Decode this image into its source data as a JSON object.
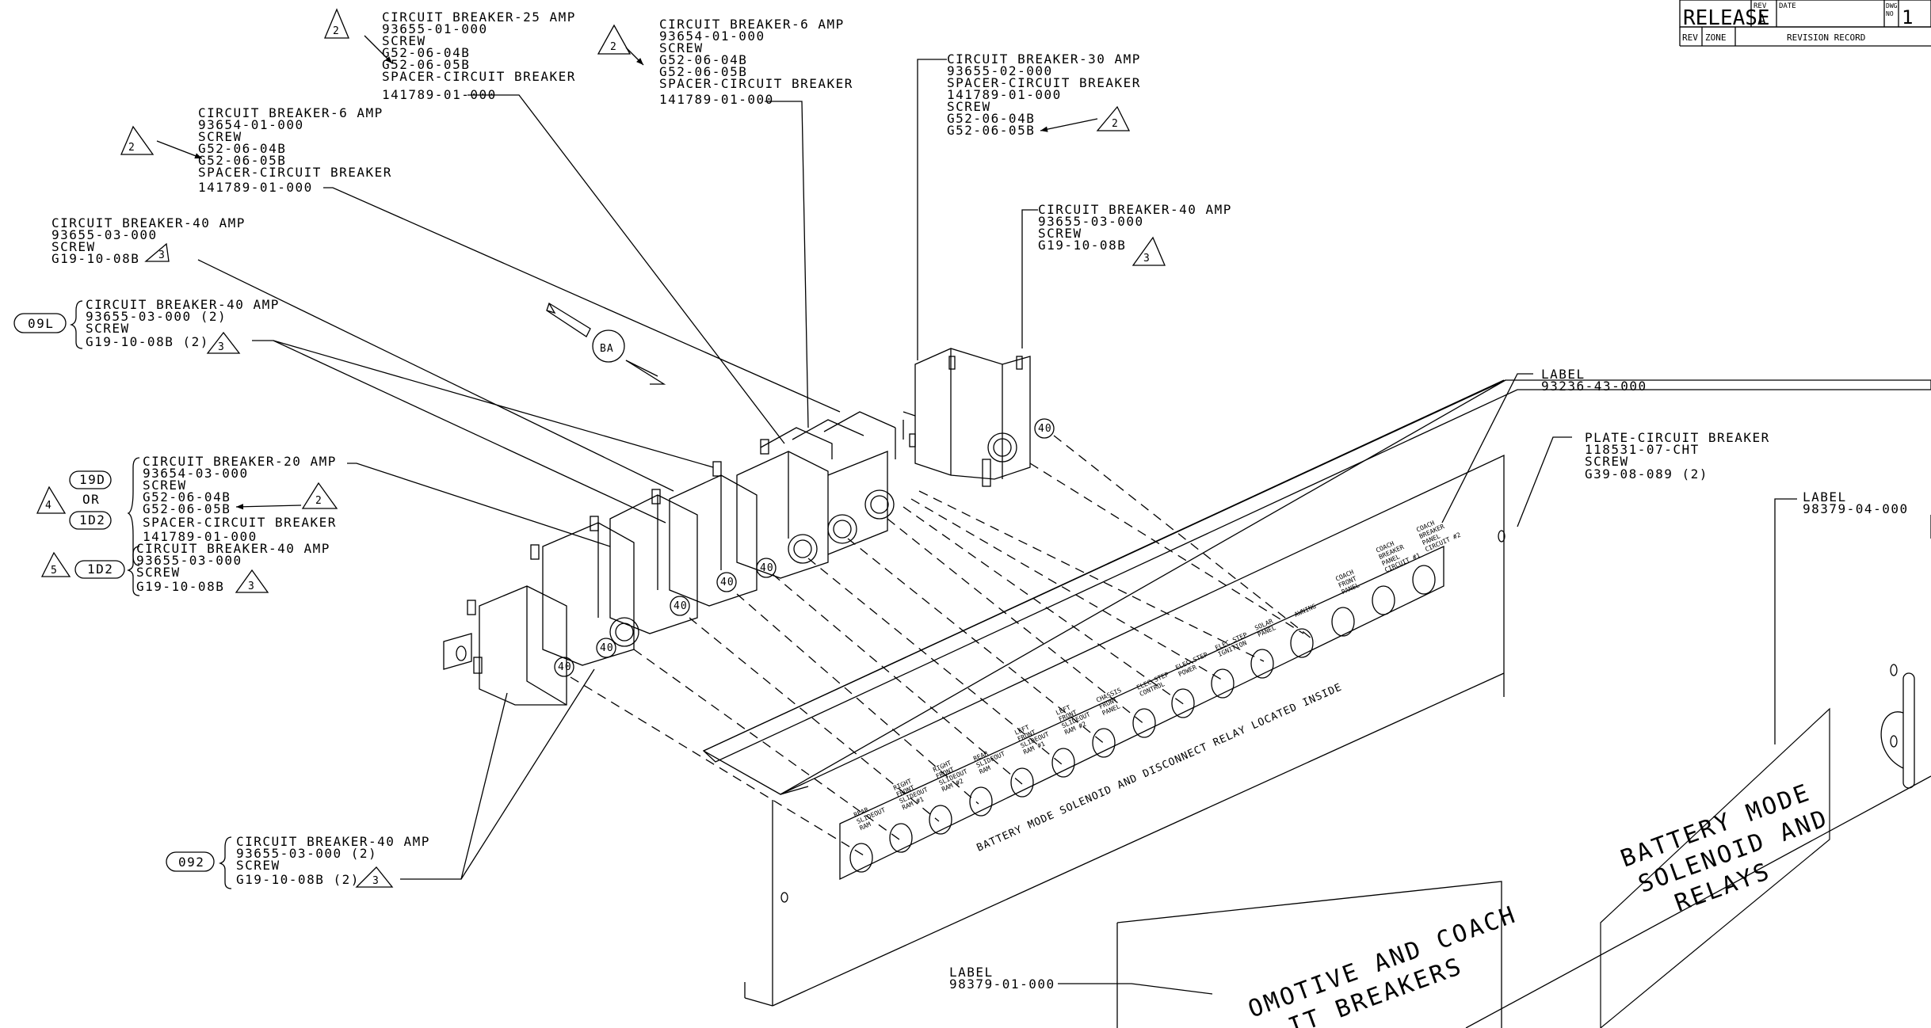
{
  "callouts": {
    "cb25": {
      "lines": [
        "CIRCUIT BREAKER-25 AMP",
        "93655-01-000",
        "SCREW",
        "G52-06-04B",
        "G52-06-05B",
        "SPACER-CIRCUIT BREAKER",
        "141789-01-000"
      ],
      "flag": "2"
    },
    "cb6a": {
      "lines": [
        "CIRCUIT BREAKER-6 AMP",
        "93654-01-000",
        "SCREW",
        "G52-06-04B",
        "G52-06-05B",
        "SPACER-CIRCUIT BREAKER",
        "141789-01-000"
      ],
      "flag": "2"
    },
    "cb30": {
      "lines": [
        "CIRCUIT BREAKER-30 AMP",
        "93655-02-000",
        "SPACER-CIRCUIT BREAKER",
        "141789-01-000",
        "SCREW",
        "G52-06-04B",
        "G52-06-05B"
      ],
      "flag": "2"
    },
    "cb6b": {
      "lines": [
        "CIRCUIT BREAKER-6 AMP",
        "93654-01-000",
        "SCREW",
        "G52-06-04B",
        "G52-06-05B",
        "SPACER-CIRCUIT BREAKER",
        "141789-01-000"
      ],
      "flag": "2"
    },
    "cb40a": {
      "lines": [
        "CIRCUIT BREAKER-40 AMP",
        "93655-03-000",
        "SCREW",
        "G19-10-08B"
      ],
      "flag": "3"
    },
    "cb40b": {
      "lines": [
        "CIRCUIT BREAKER-40 AMP",
        "93655-03-000",
        "SCREW",
        "G19-10-08B"
      ],
      "flag": "3"
    },
    "cb40c": {
      "lines": [
        "CIRCUIT BREAKER-40 AMP",
        "93655-03-000 (2)",
        "SCREW",
        "G19-10-08B (2)"
      ],
      "tag": "09L",
      "flag": "3"
    },
    "cb20": {
      "lines": [
        "CIRCUIT BREAKER-20 AMP",
        "93654-03-000",
        "SCREW",
        "G52-06-04B",
        "G52-06-05B",
        "SPACER-CIRCUIT BREAKER",
        "141789-01-000"
      ],
      "tag_top": "19D",
      "or_text": "OR",
      "tag_bottom": "1D2",
      "flag_left": "4",
      "flag_right": "2"
    },
    "cb40d": {
      "lines": [
        "CIRCUIT BREAKER-40 AMP",
        "93655-03-000",
        "SCREW",
        "G19-10-08B"
      ],
      "tag": "1D2",
      "flag_left": "5",
      "flag": "3"
    },
    "cb40e": {
      "lines": [
        "CIRCUIT BREAKER-40 AMP",
        "93655-03-000 (2)",
        "SCREW",
        "G19-10-08B (2)"
      ],
      "tag": "092",
      "flag": "3"
    },
    "label1": {
      "lines": [
        "LABEL",
        "93236-43-000"
      ]
    },
    "plate": {
      "lines": [
        "PLATE-CIRCUIT BREAKER",
        "118531-07-CHT",
        "SCREW",
        "G39-08-089 (2)"
      ]
    },
    "label2": {
      "lines": [
        "LABEL",
        "98379-04-000"
      ]
    },
    "label3": {
      "lines": [
        "LABEL",
        "98379-01-000"
      ]
    }
  },
  "view_tag": "BA",
  "breaker_rating": "40",
  "panel": {
    "legend": "BATTERY MODE SOLENOID AND DISCONNECT RELAY LOCATED INSIDE",
    "buttons": [
      [
        "REAR",
        "SLIDEOUT",
        "RAM"
      ],
      [
        "RIGHT",
        "FRONT",
        "SLIDEOUT",
        "RAM #1"
      ],
      [
        "RIGHT",
        "FRONT",
        "SLIDEOUT",
        "RAM #2"
      ],
      [
        "REAR",
        "SLIDEOUT",
        "RAM"
      ],
      [
        "LEFT",
        "FRONT",
        "SLIDEOUT",
        "RAM #1"
      ],
      [
        "LEFT",
        "FRONT",
        "SLIDEOUT",
        "RAM #2"
      ],
      [
        "CHASSIS",
        "FRONT",
        "PANEL"
      ],
      [
        "ELEC STEP",
        "CONTROL"
      ],
      [
        "ELEC STEP",
        "POWER"
      ],
      [
        "ELEC STEP",
        "IGNITION"
      ],
      [
        "SOLAR",
        "PANEL"
      ],
      [
        "AWNING"
      ],
      [
        "COACH",
        "FRONT",
        "PANEL"
      ],
      [
        "COACH",
        "BREAKER",
        "PANEL",
        "CIRCUIT #1"
      ],
      [
        "COACH",
        "BREAKER",
        "PANEL",
        "CIRCUIT #2"
      ]
    ]
  },
  "sign_right": [
    "BATTERY MODE",
    "SOLENOID AND",
    "RELAYS"
  ],
  "sign_bottom": [
    "OMOTIVE AND COACH",
    "IT BREAKERS"
  ],
  "title_block": {
    "release": "RELEASE",
    "rev_label": "REV",
    "rev_value": "A",
    "date_label": "DATE",
    "dwg_label": "DWG",
    "no_label": "NO",
    "dwg_no": "1",
    "col_rev": "REV",
    "col_zone": "ZONE",
    "record": "REVISION RECORD"
  }
}
